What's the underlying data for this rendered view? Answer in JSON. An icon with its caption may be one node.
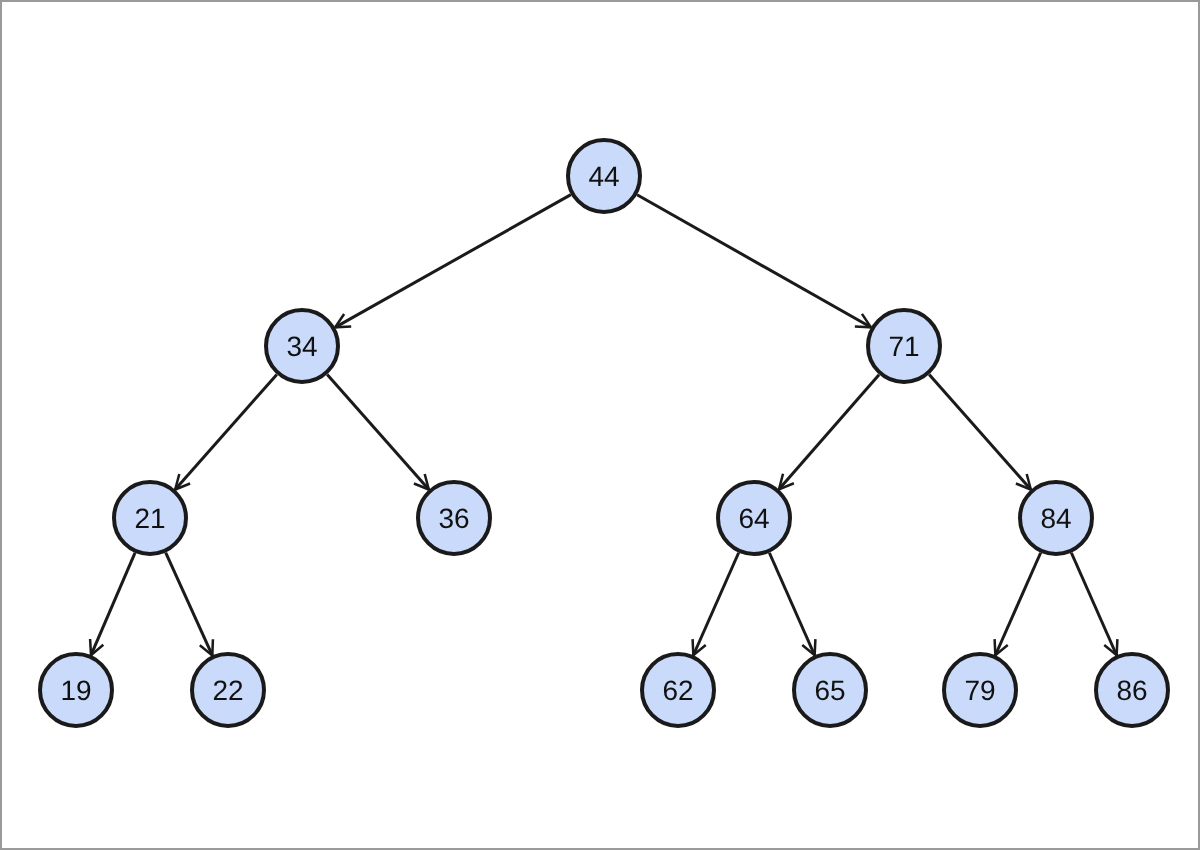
{
  "diagram": {
    "nodes": [
      {
        "text": [
          "44"
        ]
      },
      {
        "text": [
          "34"
        ]
      },
      {
        "text": [
          "71"
        ]
      },
      {
        "text": [
          "21"
        ]
      },
      {
        "text": [
          "36"
        ]
      },
      {
        "text": [
          "64"
        ]
      },
      {
        "text": [
          "84"
        ]
      },
      {
        "text": [
          "19"
        ]
      },
      {
        "text": [
          "22"
        ]
      },
      {
        "text": [
          "62"
        ]
      },
      {
        "text": [
          "65"
        ]
      },
      {
        "text": [
          "79"
        ]
      },
      {
        "text": [
          "86"
        ]
      }
    ],
    "edges": [
      {
        "from": 0,
        "to": 1,
        "arrow": "to"
      },
      {
        "from": 0,
        "to": 2,
        "arrow": "to"
      },
      {
        "from": 1,
        "to": 3,
        "arrow": "to"
      },
      {
        "from": 1,
        "to": 4,
        "arrow": "to"
      },
      {
        "from": 2,
        "to": 5,
        "arrow": "to"
      },
      {
        "from": 2,
        "to": 6,
        "arrow": "to"
      },
      {
        "from": 3,
        "to": 7,
        "arrow": "to"
      },
      {
        "from": 3,
        "to": 8,
        "arrow": "to"
      },
      {
        "from": 5,
        "to": 9,
        "arrow": "to"
      },
      {
        "from": 5,
        "to": 10,
        "arrow": "to"
      },
      {
        "from": 6,
        "to": 11,
        "arrow": "to"
      },
      {
        "from": 6,
        "to": 12,
        "arrow": "to"
      }
    ]
  }
}
